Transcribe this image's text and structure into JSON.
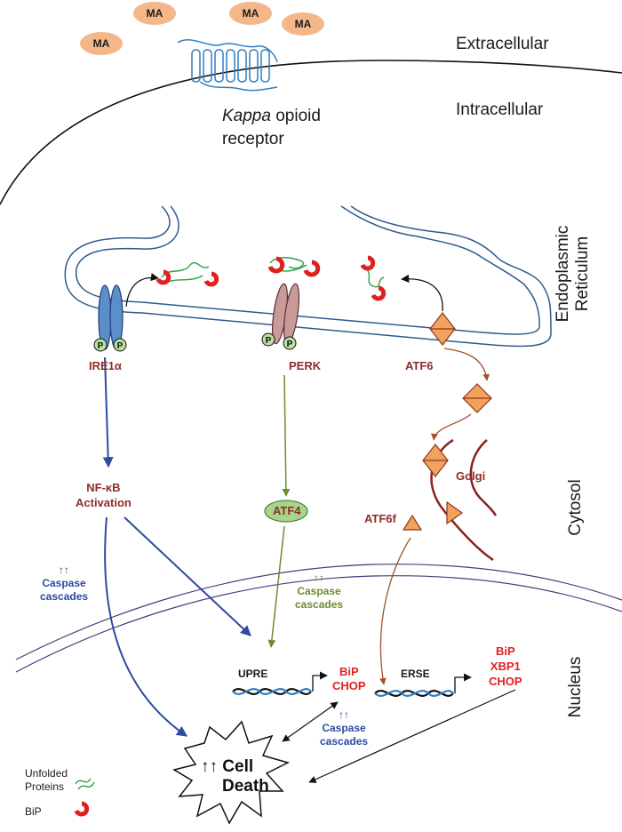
{
  "ligand": "MA",
  "regions": {
    "extracellular": "Extracellular",
    "intracellular": "Intracellular",
    "er_line1": "Endoplasmic",
    "er_line2": "Reticulum",
    "cytosol": "Cytosol",
    "nucleus": "Nucleus"
  },
  "receptor": {
    "italic": "Kappa",
    "rest": " opioid",
    "line2": "receptor"
  },
  "sensors": {
    "ire1": "IRE1α",
    "perk": "PERK",
    "atf6": "ATF6",
    "phospho": "P"
  },
  "golgi": "Golgi",
  "atf6f": "ATF6f",
  "atf4": "ATF4",
  "nfkb": {
    "line1": "NF-κB",
    "line2": "Activation"
  },
  "caspase_blue": {
    "arrows": "↑↑",
    "line1": "Caspase",
    "line2": "cascades"
  },
  "caspase_green": {
    "arrows": "↑↑",
    "line1": "Caspase",
    "line2": "cascades"
  },
  "caspase_nuc": {
    "arrows": "↑↑",
    "line1": "Caspase",
    "line2": "cascades"
  },
  "upre": "UPRE",
  "erse": "ERSE",
  "upre_targets": [
    "BiP",
    "CHOP"
  ],
  "erse_targets": [
    "BiP",
    "XBP1",
    "CHOP"
  ],
  "cell_death": {
    "arrows": "↑↑",
    "line1": "Cell",
    "line2": "Death"
  },
  "legend": {
    "unfolded_line1": "Unfolded",
    "unfolded_line2": "Proteins",
    "bip": "BiP"
  },
  "colors": {
    "ire1_arrow": "#2d4aa0",
    "perk_arrow": "#6b8e2e",
    "atf6_arrow": "#a0522d",
    "membrane": "#2f5a8f",
    "golgi": "#8b2020",
    "nuclear_envelope": "#4a3a7a",
    "bip": "#e0201e",
    "unfolded": "#2e9e4a"
  }
}
